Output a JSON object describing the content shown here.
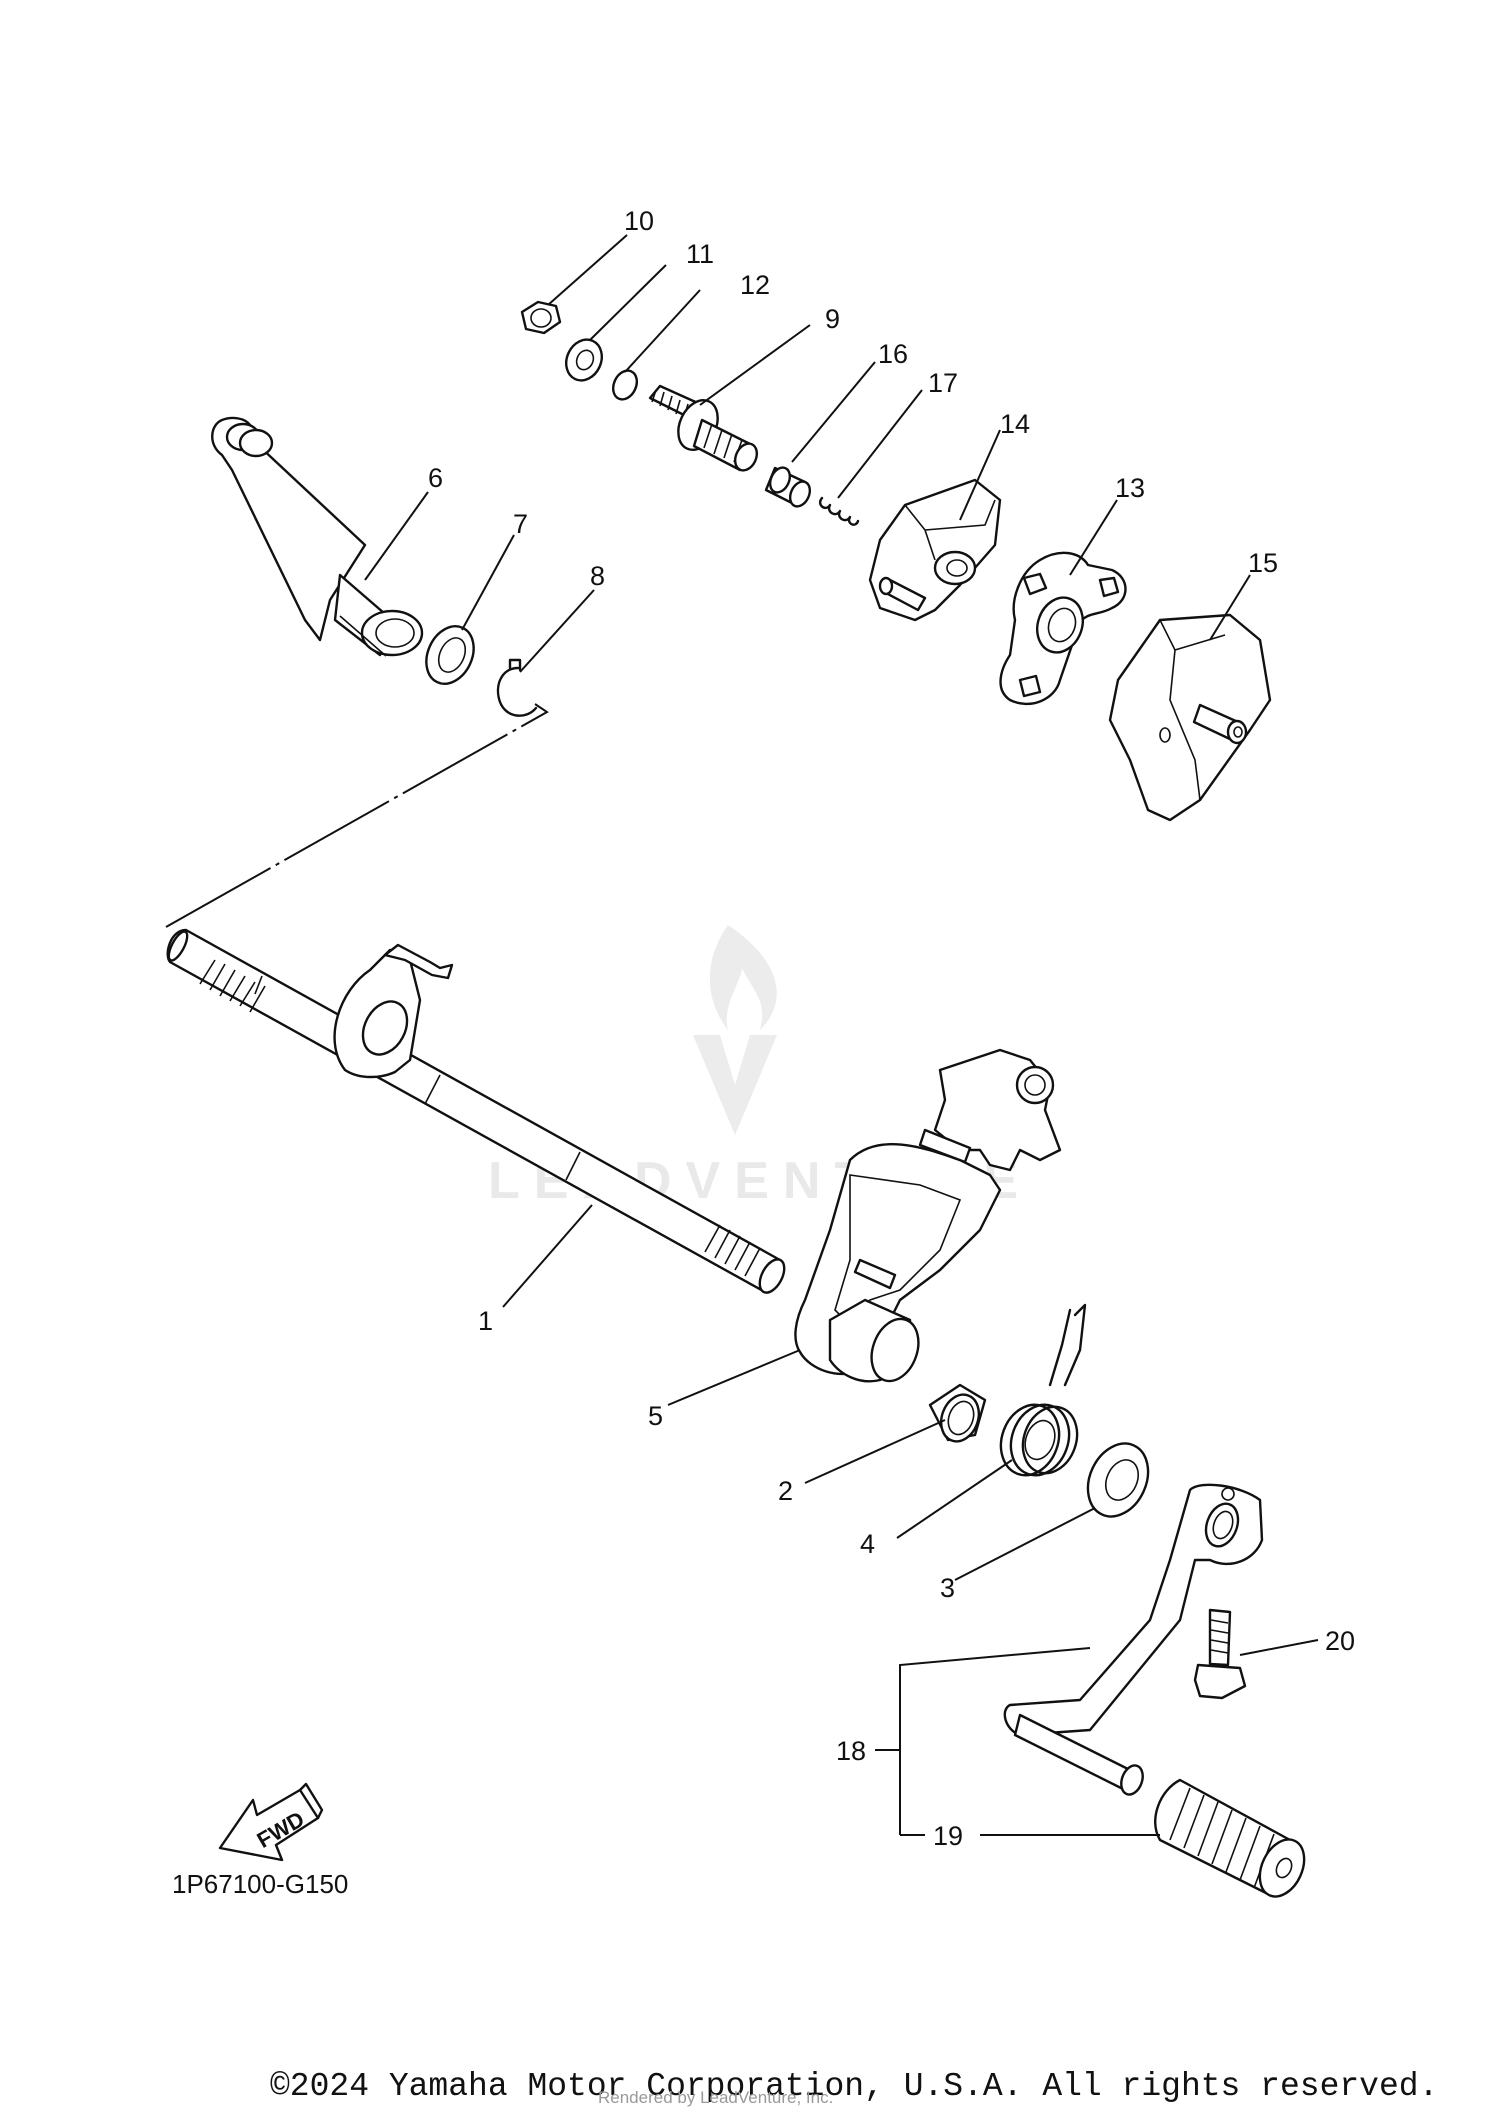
{
  "diagram": {
    "code": "1P67100-G150",
    "fwd_label": "FWD",
    "watermark_text": "LEADVENTURE",
    "parts": [
      {
        "id": "1"
      },
      {
        "id": "2"
      },
      {
        "id": "3"
      },
      {
        "id": "4"
      },
      {
        "id": "5"
      },
      {
        "id": "6"
      },
      {
        "id": "7"
      },
      {
        "id": "8"
      },
      {
        "id": "9"
      },
      {
        "id": "10"
      },
      {
        "id": "11"
      },
      {
        "id": "12"
      },
      {
        "id": "13"
      },
      {
        "id": "14"
      },
      {
        "id": "15"
      },
      {
        "id": "16"
      },
      {
        "id": "17"
      },
      {
        "id": "18"
      },
      {
        "id": "19"
      },
      {
        "id": "20"
      }
    ]
  },
  "footer": {
    "copyright": "©2024 Yamaha Motor Corporation, U.S.A. All rights reserved.",
    "rendered_by": "Rendered by LeadVenture, Inc."
  },
  "colors": {
    "ink": "#111111",
    "watermark": "#e9e9e9"
  }
}
